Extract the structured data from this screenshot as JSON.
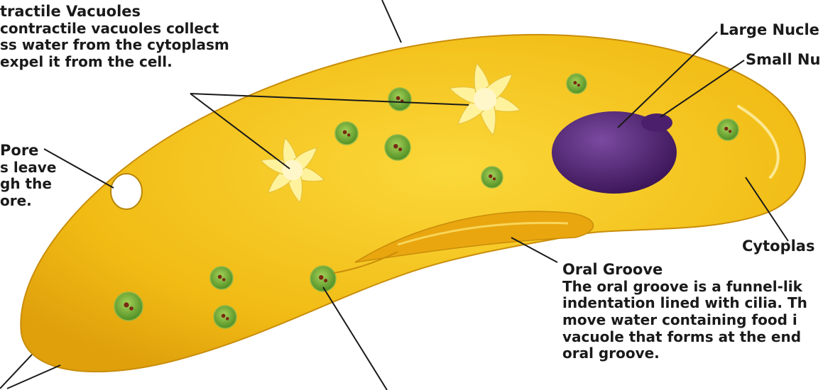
{
  "labels": {
    "contractile_vacuoles": {
      "heading": "tractile Vacuoles",
      "lines": [
        " contractile vacuoles collect",
        "ss water from the cytoplasm",
        "expel it from the cell."
      ]
    },
    "anal_pore": {
      "heading": "Pore",
      "lines": [
        "s leave",
        "gh the",
        "ore."
      ]
    },
    "large_nucleus": "Large Nucle",
    "small_nucleus": "Small Nu",
    "cytoplasm": "Cytoplas",
    "oral_groove": {
      "heading": "Oral Groove",
      "lines": [
        "The oral groove is a funnel-lik",
        "indentation lined with cilia. Th",
        "move water containing food i",
        "vacuole that forms at the end",
        "oral groove."
      ]
    }
  },
  "colors": {
    "body": "#f3c416",
    "body_shadow": "#e3a40e",
    "cilia": "#b89a62",
    "nucleus": "#4b1f6b",
    "food_vacuole": "#6aa832",
    "contractile": "#fff29c"
  }
}
